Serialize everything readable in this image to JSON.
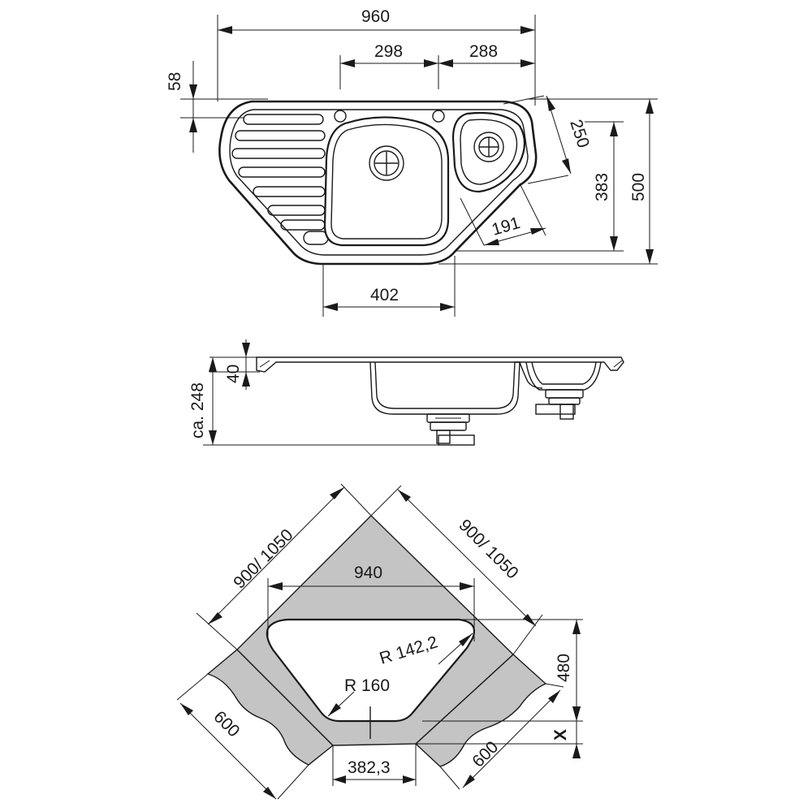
{
  "top_view": {
    "width_total": "960",
    "width_left_hole": "298",
    "width_right_hole": "288",
    "depth_edge": "58",
    "small_bowl_diag": "250",
    "depth_total": "500",
    "depth_bowl": "383",
    "small_bowl_width": "191",
    "bowl_width": "402"
  },
  "side_view": {
    "height_total": "ca. 248",
    "rim_height": "40"
  },
  "cutout_view": {
    "cabinet_left": "900/ 1050",
    "cabinet_right": "900/ 1050",
    "cutout_width": "940",
    "radius_large": "R 142,2",
    "radius_small": "R 160",
    "cabinet_depth_left": "600",
    "cabinet_depth_right": "600",
    "cutout_depth": "480",
    "offset_label": "X",
    "front_width": "382,3"
  }
}
